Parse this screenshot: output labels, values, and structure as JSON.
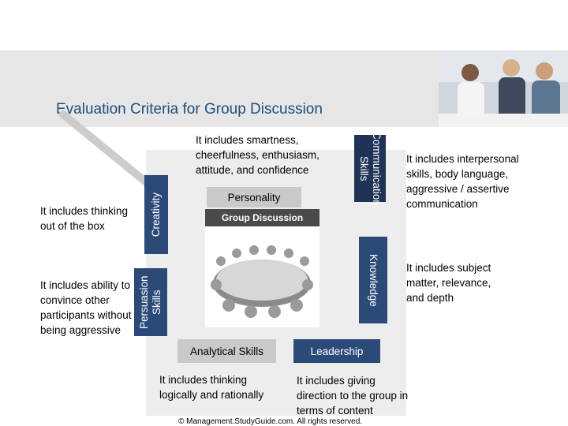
{
  "title": "Evaluation Criteria for Group Discussion",
  "personality": {
    "label": "Personality",
    "desc": "It includes smartness, cheerfulness, enthusiasm, attitude, and confidence"
  },
  "communication": {
    "label": "Communication Skills",
    "desc": "It includes interpersonal skills, body language, aggressive / assertive communication"
  },
  "knowledge": {
    "label": "Knowledge",
    "desc": "It includes subject matter, relevance, and depth"
  },
  "creativity": {
    "label": "Creativity",
    "desc": "It includes thinking out of the box"
  },
  "persuasion": {
    "label": "Persuasion Skills",
    "desc": "It includes ability to convince other participants without being aggressive"
  },
  "analytical": {
    "label": "Analytical Skills",
    "desc": "It includes thinking logically and rationally"
  },
  "leadership": {
    "label": "Leadership",
    "desc": "It includes giving direction to the group in terms of content"
  },
  "image_label": "Group Discussion",
  "copyright": "© Management.StudyGuide.com. All rights reserved."
}
